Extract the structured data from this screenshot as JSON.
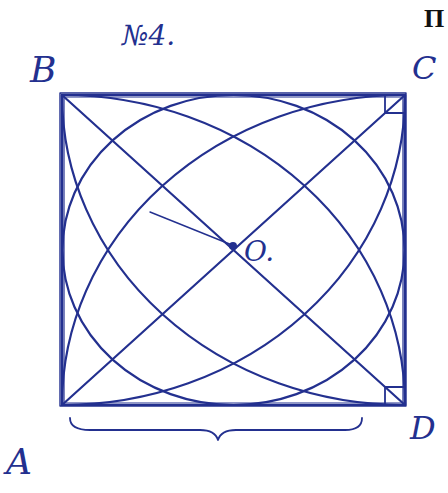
{
  "diagram": {
    "labels": [
      "№4.",
      "П",
      "B",
      "C",
      "A",
      "D",
      "O."
    ]
  }
}
